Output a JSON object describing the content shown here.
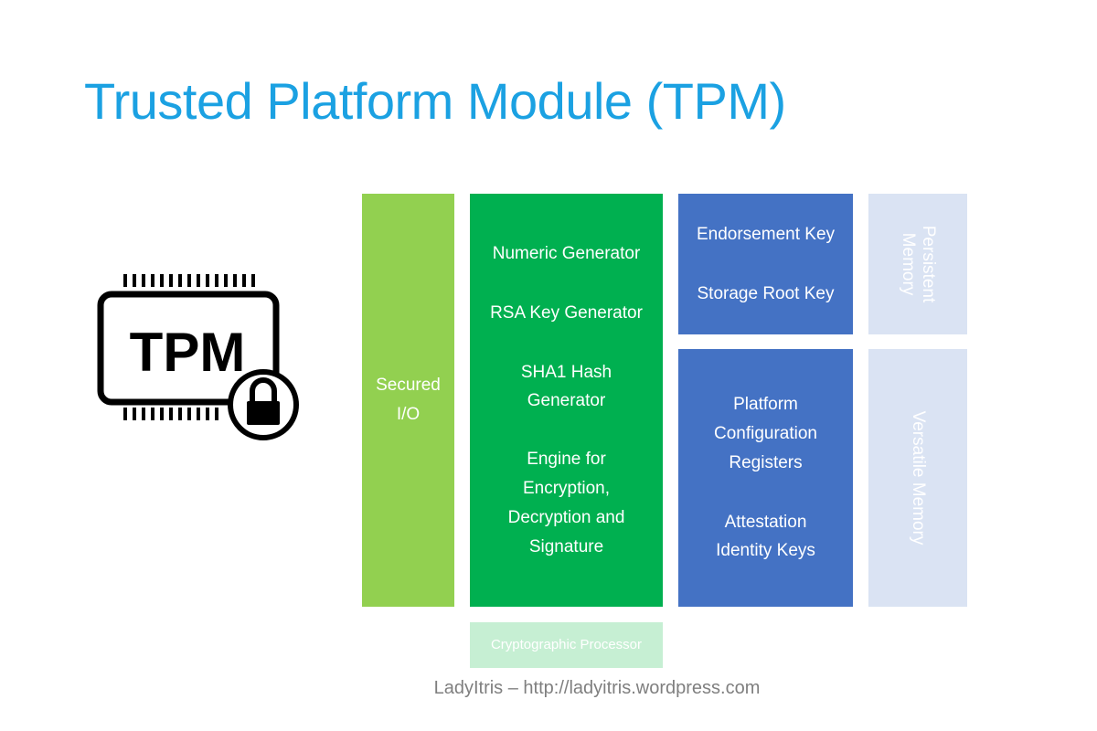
{
  "title": "Trusted Platform Module (TPM)",
  "icon": {
    "name": "tpm-chip-lock-icon",
    "label": "TPM"
  },
  "blocks": {
    "secured_io": {
      "lines": [
        "Secured",
        "I/O"
      ],
      "color": "#92d050"
    },
    "generators": {
      "color": "#00b050",
      "items": [
        "Numeric Generator",
        "RSA Key Generator",
        "SHA1 Hash",
        "Generator",
        "Engine for",
        "Encryption,",
        "Decryption and",
        "Signature"
      ]
    },
    "persistent_keys": {
      "color": "#4472c4",
      "items": [
        "Endorsement Key",
        "Storage Root Key"
      ]
    },
    "versatile_keys": {
      "color": "#4472c4",
      "items": [
        "Platform",
        "Configuration",
        "Registers",
        "Attestation",
        "Identity Keys"
      ]
    },
    "persistent_memory": {
      "lines": [
        "Persistent",
        "Memory"
      ],
      "color": "#dae3f3"
    },
    "versatile_memory": {
      "label": "Versatile Memory",
      "color": "#dae3f3"
    },
    "crypto_processor": {
      "label": "Cryptographic Processor",
      "color": "#c6efd3"
    }
  },
  "footer": "LadyItris – http://ladyitris.wordpress.com"
}
